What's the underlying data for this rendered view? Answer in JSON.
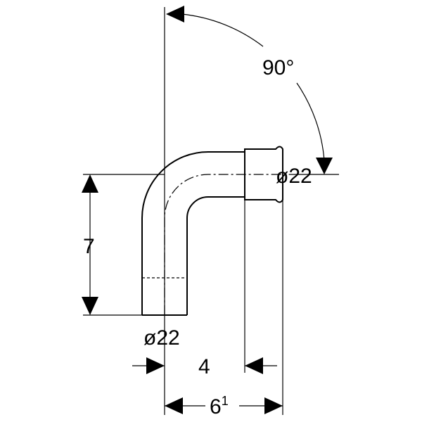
{
  "dimensions": {
    "angle": "90°",
    "outlet_diameter": "ø22",
    "inlet_diameter": "ø22",
    "height": "7",
    "offset": "4",
    "length_base": "6",
    "length_sup": "1"
  }
}
